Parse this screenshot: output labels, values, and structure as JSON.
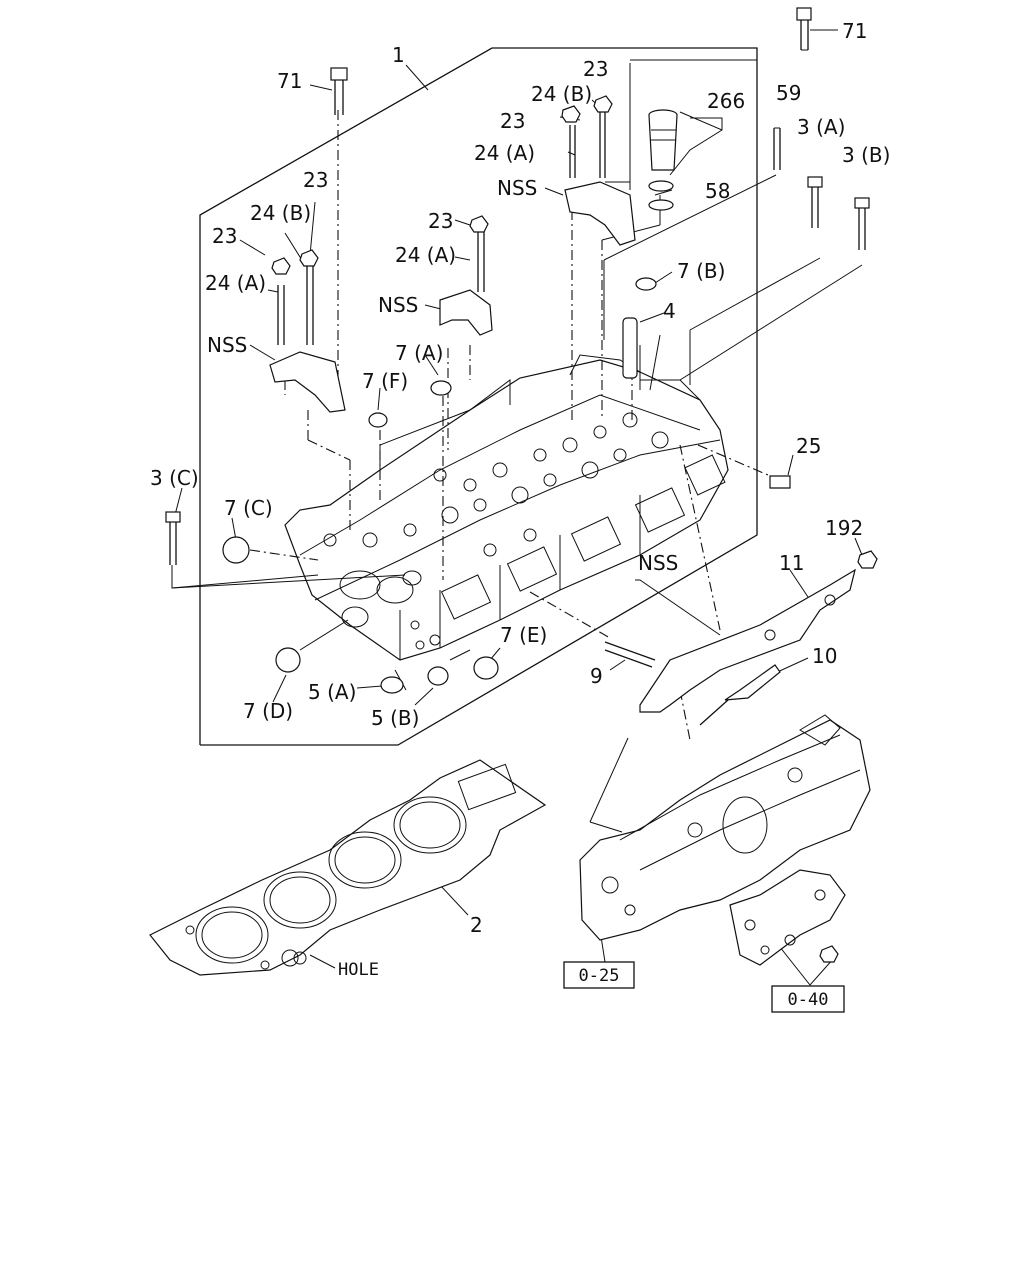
{
  "labels": {
    "l71_top": "71",
    "l71_left": "71",
    "l1": "1",
    "l23_a": "23",
    "l24b_a": "24 (B)",
    "l23_b": "23",
    "l24a_a": "24 (A)",
    "l266": "266",
    "l59": "59",
    "l3a": "3 (A)",
    "l3b": "3 (B)",
    "lnss_a": "NSS",
    "l58": "58",
    "l23_c": "23",
    "l24b_b": "24 (B)",
    "l23_d": "23",
    "l24a_b": "24 (A)",
    "l23_e": "23",
    "l24a_c": "24 (A)",
    "l7b": "7 (B)",
    "lnss_b": "NSS",
    "l4": "4",
    "lnss_c": "NSS",
    "l7a": "7 (A)",
    "l7f": "7 (F)",
    "l25": "25",
    "l3c": "3 (C)",
    "l7c": "7 (C)",
    "l192": "192",
    "l11": "11",
    "lnss_d": "NSS",
    "l10": "10",
    "l7e": "7 (E)",
    "l9": "9",
    "l5a": "5 (A)",
    "l7d": "7 (D)",
    "l5b": "5 (B)",
    "l2": "2",
    "lhole": "HOLE",
    "ref025": "0-25",
    "ref040": "0-40"
  }
}
